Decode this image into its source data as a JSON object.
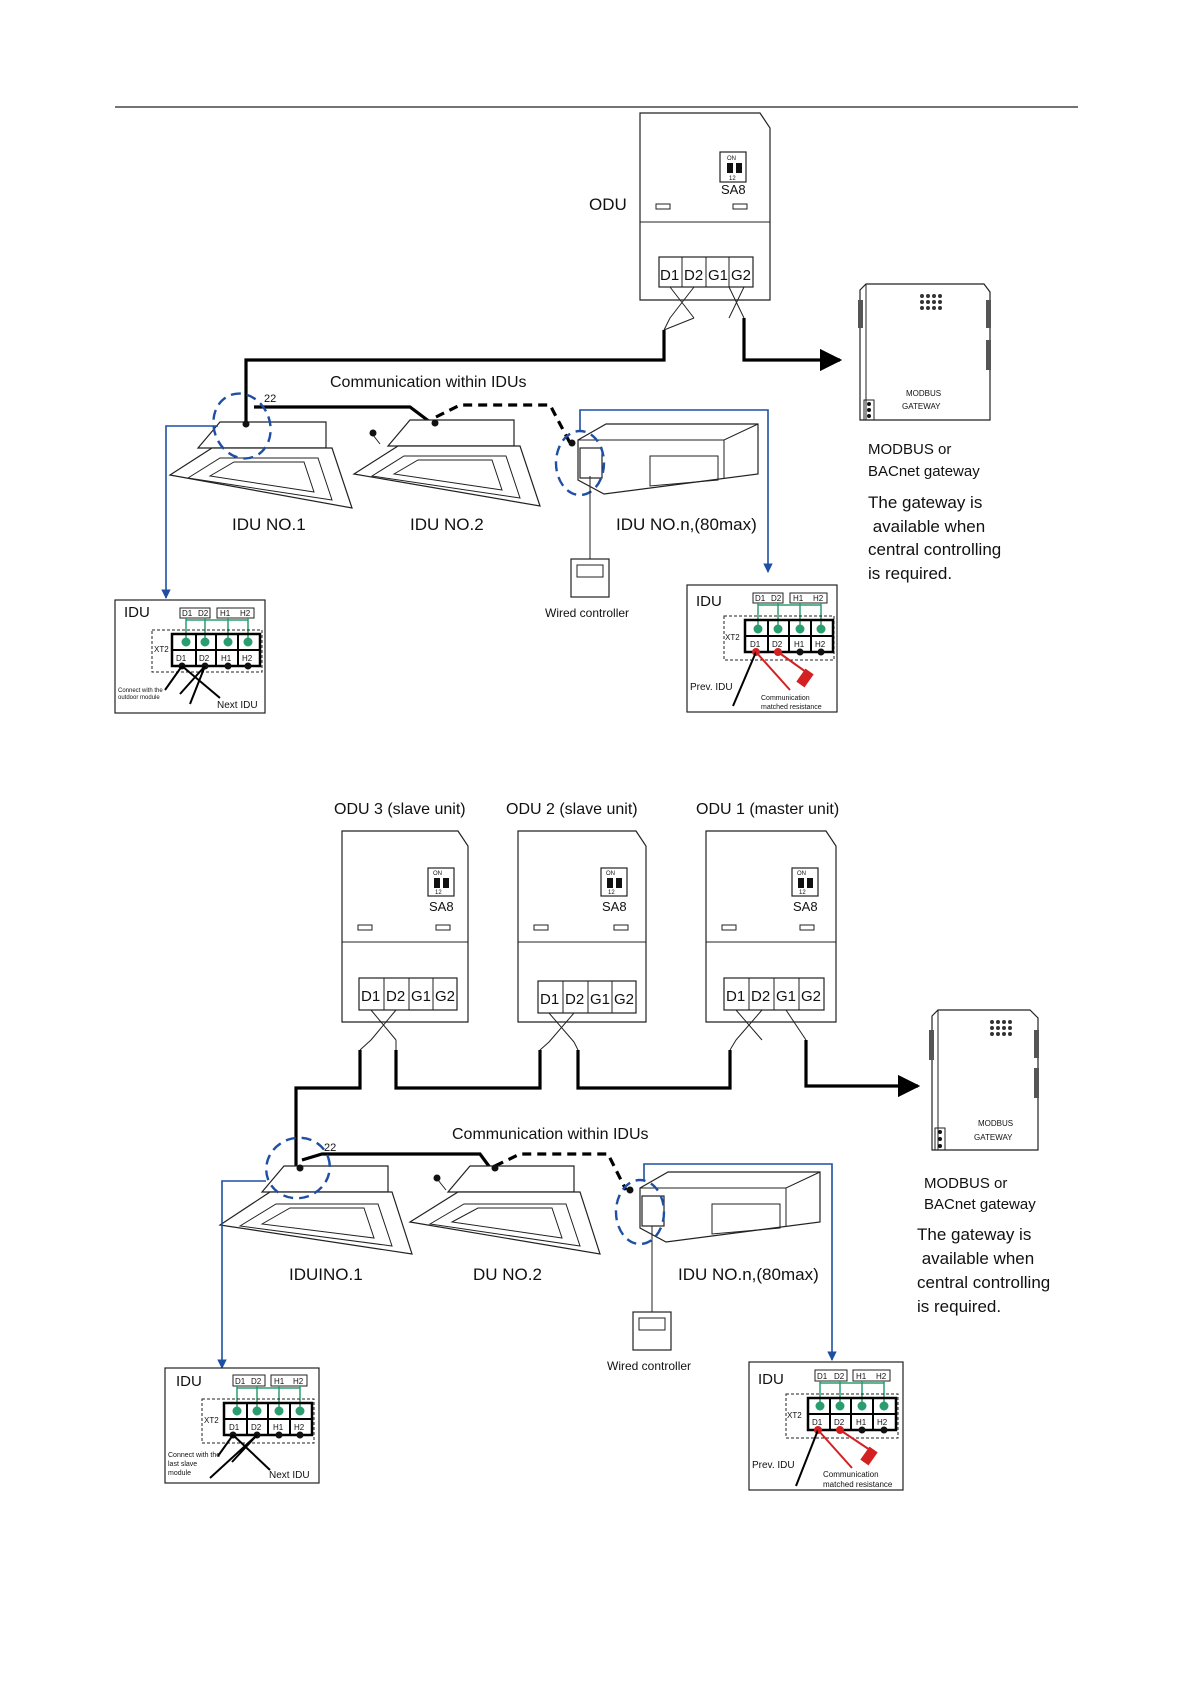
{
  "diagram1": {
    "odu_label": "ODU",
    "sa8_label": "SA8",
    "dip_on": "ON",
    "dip_nums": "12",
    "terminals": [
      "D1",
      "D2",
      "G1",
      "G2"
    ],
    "comm_label": "Communication within IDUs",
    "wire_number": "22",
    "idu1_label": "IDU NO.1",
    "idu2_label": "IDU NO.2",
    "idun_label": "IDU NO.n,(80max)",
    "wired_controller": "Wired controller",
    "gateway_device_line1": "MODBUS",
    "gateway_device_line2": "GATEWAY",
    "gateway_name_line1": "MODBUS or",
    "gateway_name_line2": "BACnet gateway",
    "gateway_note": [
      "The gateway is",
      " available when",
      "central controlling",
      "is required."
    ],
    "left_box": {
      "title": "IDU",
      "top_terms": [
        "D1",
        "D2",
        "H1",
        "H2"
      ],
      "xt2": "XT2",
      "bottom_terms": [
        "D1",
        "D2",
        "H1",
        "H2"
      ],
      "connect_note": [
        "Connect with the",
        "outdoor module"
      ],
      "next": "Next IDU"
    },
    "right_box": {
      "title": "IDU",
      "top_terms": [
        "D1",
        "D2",
        "H1",
        "H2"
      ],
      "xt2": "XT2",
      "bottom_terms": [
        "D1",
        "D2",
        "H1",
        "H2"
      ],
      "prev": "Prev. IDU",
      "resistance": [
        "Communication",
        "matched resistance"
      ]
    }
  },
  "diagram2": {
    "odu3_label": "ODU 3 (slave unit)",
    "odu2_label": "ODU 2 (slave unit)",
    "odu1_label": "ODU 1 (master unit)",
    "sa8_label": "SA8",
    "dip_on": "ON",
    "dip_nums": "12",
    "terminals": [
      "D1",
      "D2",
      "G1",
      "G2"
    ],
    "comm_label": "Communication within IDUs",
    "wire_number": "22",
    "idu1_label": "IDUINO.1",
    "idu2_label": "DU NO.2",
    "idun_label": "IDU NO.n,(80max)",
    "wired_controller": "Wired controller",
    "gateway_device_line1": "MODBUS",
    "gateway_device_line2": "GATEWAY",
    "gateway_name_line1": "MODBUS or",
    "gateway_name_line2": "BACnet gateway",
    "gateway_note": [
      "The gateway is",
      " available when",
      "central controlling",
      "is required."
    ],
    "left_box": {
      "title": "IDU",
      "top_terms": [
        "D1",
        "D2",
        "H1",
        "H2"
      ],
      "xt2": "XT2",
      "bottom_terms": [
        "D1",
        "D2",
        "H1",
        "H2"
      ],
      "connect_note": [
        "Connect with the",
        "last slave",
        "module"
      ],
      "next": "Next IDU"
    },
    "right_box": {
      "title": "IDU",
      "top_terms": [
        "D1",
        "D2",
        "H1",
        "H2"
      ],
      "xt2": "XT2",
      "bottom_terms": [
        "D1",
        "D2",
        "H1",
        "H2"
      ],
      "prev": "Prev. IDU",
      "resistance": [
        "Communication",
        "matched resistance"
      ]
    }
  }
}
